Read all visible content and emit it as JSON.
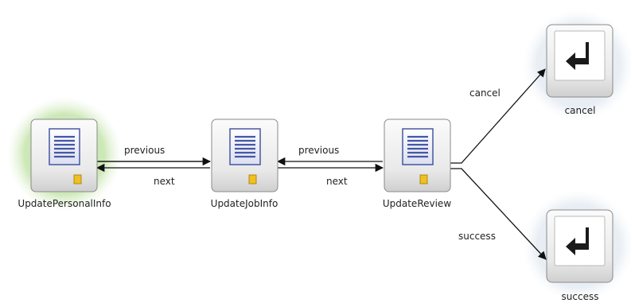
{
  "nodes": {
    "update_personal_info": {
      "label": "UpdatePersonalInfo",
      "type": "view"
    },
    "update_job_info": {
      "label": "UpdateJobInfo",
      "type": "view"
    },
    "update_review": {
      "label": "UpdateReview",
      "type": "view"
    },
    "cancel": {
      "label": "cancel",
      "type": "return"
    },
    "success": {
      "label": "success",
      "type": "return"
    }
  },
  "edges": {
    "personal_next": "next",
    "job_previous": "previous",
    "job_next": "next",
    "review_previous": "previous",
    "review_cancel": "cancel",
    "review_success": "success"
  },
  "colors": {
    "start_highlight": "#b9df9d",
    "return_highlight": "#dde5ee",
    "page_icon": "#4457a6",
    "badge": "#f0c020"
  }
}
